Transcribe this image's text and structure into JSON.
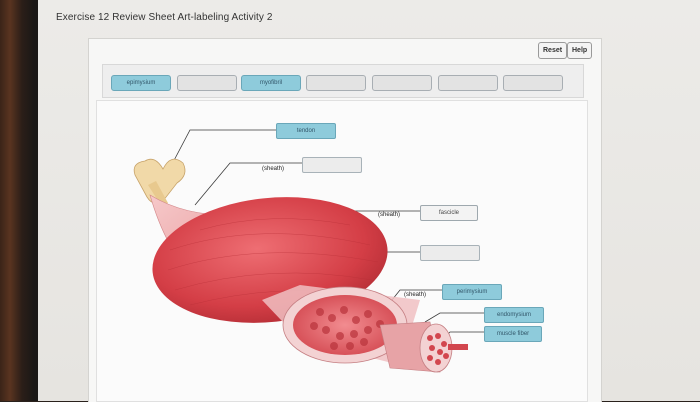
{
  "page": {
    "title": "Exercise 12 Review Sheet Art-labeling Activity 2"
  },
  "toolbar": {
    "reset_label": "Reset",
    "help_label": "Help"
  },
  "label_bank": [
    {
      "text": "epimysium",
      "state": "filled"
    },
    {
      "text": "",
      "state": "empty"
    },
    {
      "text": "myofibril",
      "state": "filled"
    },
    {
      "text": "",
      "state": "empty"
    },
    {
      "text": "",
      "state": "empty"
    },
    {
      "text": "",
      "state": "empty"
    },
    {
      "text": "",
      "state": "empty"
    }
  ],
  "diagram": {
    "targets": [
      {
        "text": "tendon",
        "state": "filled"
      },
      {
        "text": "",
        "state": "empty"
      },
      {
        "text": "fascicle",
        "state": "plain"
      },
      {
        "text": "",
        "state": "empty"
      },
      {
        "text": "perimysium",
        "state": "filled"
      },
      {
        "text": "endomysium",
        "state": "filled"
      },
      {
        "text": "muscle fiber",
        "state": "filled"
      }
    ],
    "captions": [
      "(sheath)",
      "(sheath)",
      "(sheath)"
    ]
  },
  "colors": {
    "filled_label": "#8ecbdb",
    "empty_label": "#e3e3e3",
    "muscle": "#d9434a",
    "bone": "#f1d9a8"
  }
}
